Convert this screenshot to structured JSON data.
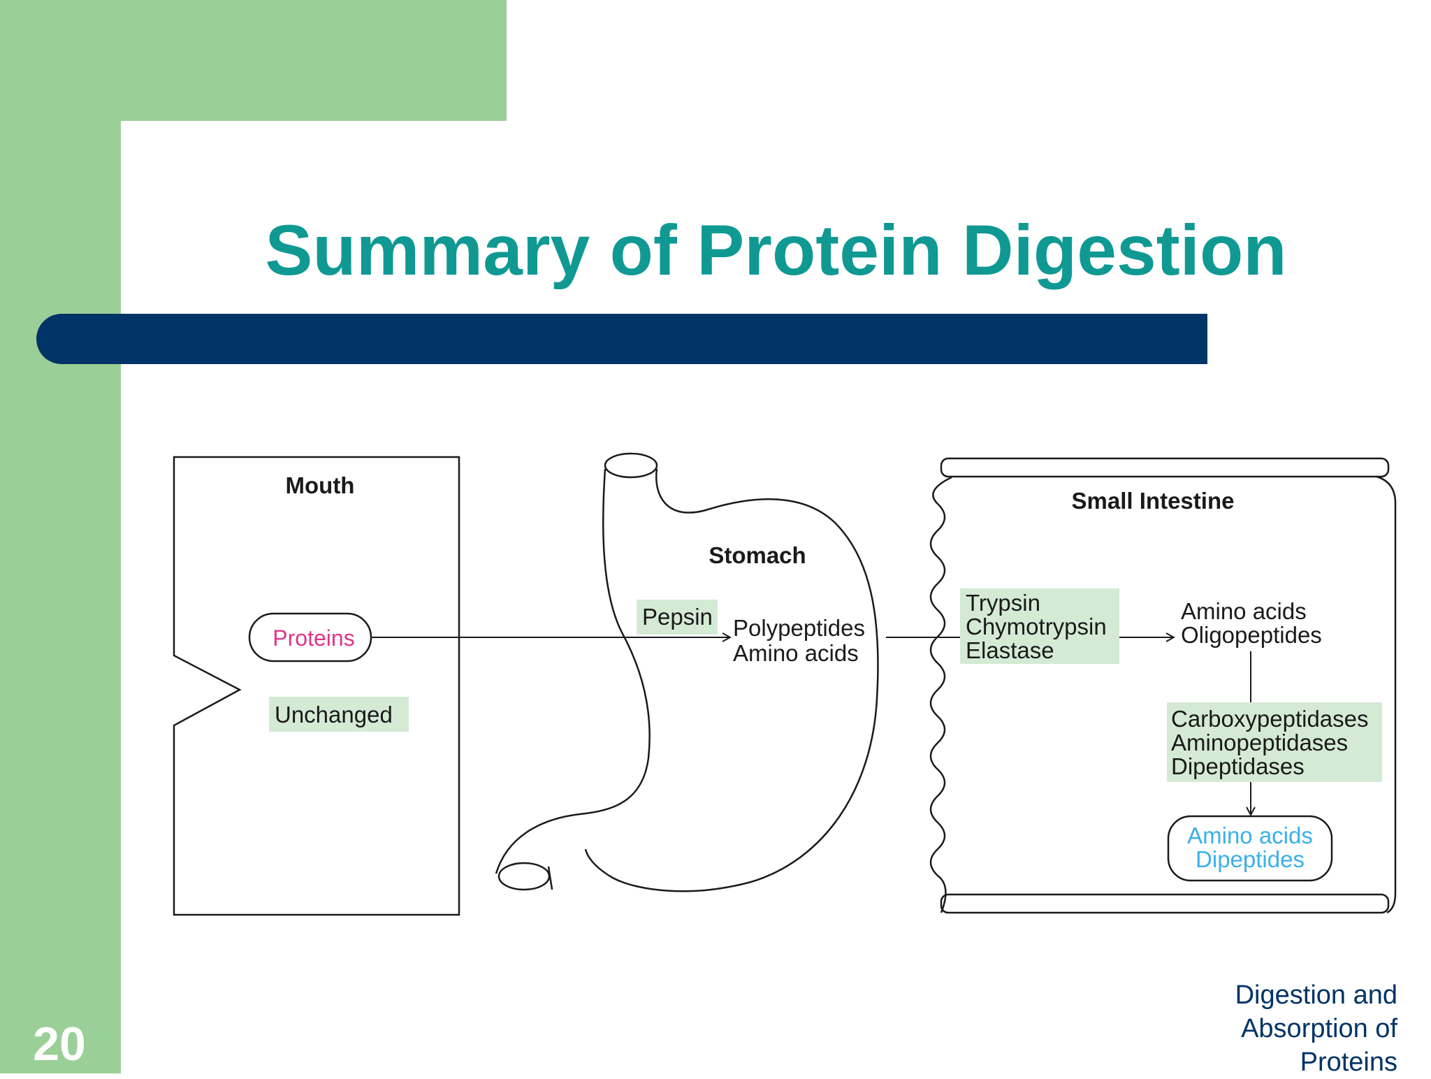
{
  "slide": {
    "title": "Summary of Protein Digestion",
    "number": "20",
    "footer": [
      "Digestion and",
      "Absorption of",
      "Proteins"
    ]
  },
  "diagram": {
    "mouth": {
      "label": "Mouth",
      "input": "Proteins",
      "result": "Unchanged"
    },
    "stomach": {
      "label": "Stomach",
      "enzyme": "Pepsin",
      "products": [
        "Polypeptides",
        "Amino acids"
      ]
    },
    "small_intestine": {
      "label": "Small Intestine",
      "pancreatic_enzymes": [
        "Trypsin",
        "Chymotrypsin",
        "Elastase"
      ],
      "intermediate_products": [
        "Amino acids",
        "Oligopeptides"
      ],
      "brush_border_enzymes": [
        "Carboxypeptidases",
        "Aminopeptidases",
        "Dipeptidases"
      ],
      "final_products": [
        "Amino acids",
        "Dipeptides"
      ]
    }
  },
  "colors": {
    "accent_green": "#9bcf98",
    "title_teal": "#109993",
    "bar_navy": "#003366",
    "enzyme_highlight": "#d4ead5",
    "protein_pink": "#e0358a",
    "product_blue": "#3bb0e8"
  }
}
